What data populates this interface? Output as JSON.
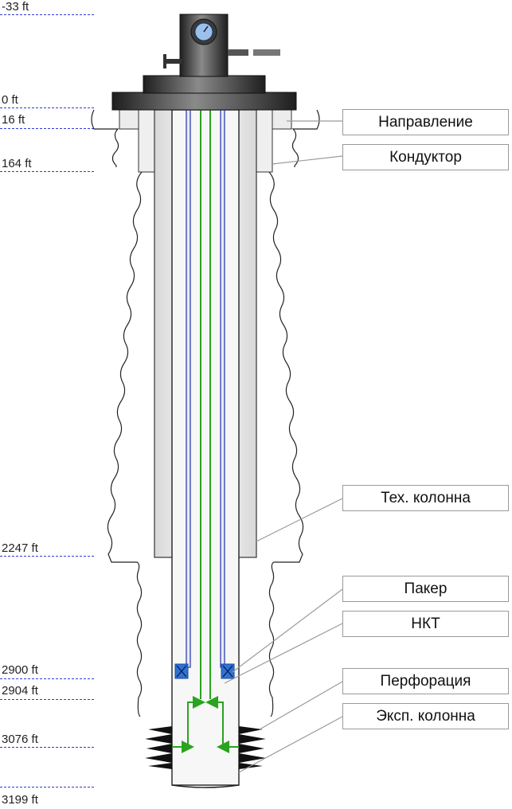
{
  "depth_markers": [
    {
      "label": "-33 ft"
    },
    {
      "label": "0 ft"
    },
    {
      "label": "16 ft"
    },
    {
      "label": "164 ft"
    },
    {
      "label": "2247 ft"
    },
    {
      "label": "2900 ft"
    },
    {
      "label": "2904 ft"
    },
    {
      "label": "3076 ft"
    },
    {
      "label": "3199 ft"
    }
  ],
  "callouts": {
    "direction": "Направление",
    "conductor": "Кондуктор",
    "tech_casing": "Тех. колонна",
    "packer": "Пакер",
    "tubing": "НКТ",
    "perforation": "Перфорация",
    "production_casing": "Эксп. колонна"
  },
  "colors": {
    "depth_line": "#2f3bd6",
    "flow": "#2aa31f",
    "tubing": "#4a58b8",
    "packer": "#2f72d6",
    "wellhead": "#2a2a2a"
  },
  "icons": [
    "pressure-gauge-icon",
    "valve-handle-icon"
  ]
}
